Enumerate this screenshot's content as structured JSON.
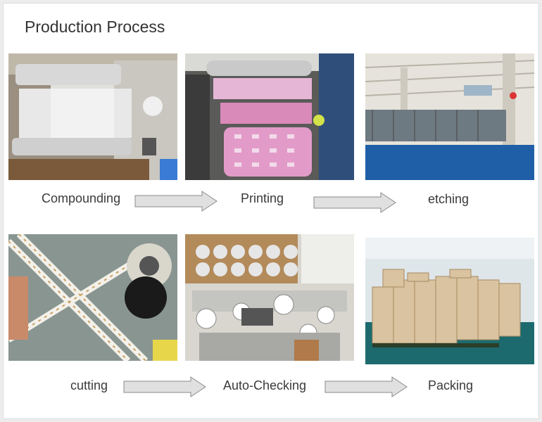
{
  "title": "Production Process",
  "steps": [
    {
      "label": "Compounding",
      "icon": "foil-compounding-machine-photo"
    },
    {
      "label": "Printing",
      "icon": "printing-press-photo"
    },
    {
      "label": "etching",
      "icon": "etching-workshop-photo"
    },
    {
      "label": "cutting",
      "icon": "tape-cutting-machine-photo"
    },
    {
      "label": "Auto-Checking",
      "icon": "auto-checking-machines-photo"
    },
    {
      "label": "Packing",
      "icon": "packed-cartons-warehouse-photo"
    }
  ],
  "colors": {
    "arrow_fill": "#e0e0e0",
    "arrow_stroke": "#8a8a8a",
    "floor_blue": "#1f5fa8",
    "print_pink": "#d98ab8"
  }
}
